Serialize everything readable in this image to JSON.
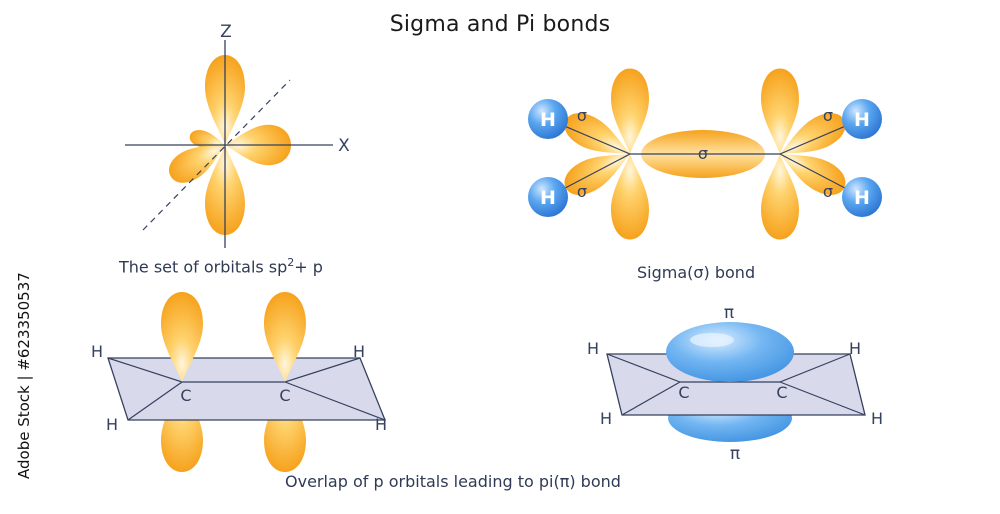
{
  "title": "Sigma and Pi bonds",
  "panels": {
    "sp2_p": {
      "axis_z": "Z",
      "axis_x": "X",
      "caption_main": "The set of orbitals sp",
      "caption_sup": "2",
      "caption_tail": "+ p"
    },
    "sigma": {
      "hydrogen": "H",
      "sigma_symbol": "σ",
      "caption": "Sigma(σ) bond"
    },
    "p_orbitals": {
      "hydrogen": "H",
      "carbon": "C"
    },
    "pi": {
      "hydrogen": "H",
      "carbon": "C",
      "pi_symbol": "π"
    },
    "bottom_caption": "Overlap of p orbitals leading to pi(π) bond"
  },
  "watermark": "Adobe Stock | #623350537",
  "colors": {
    "orbital": "#f7a928",
    "orbital_light": "#fde4a6",
    "hydrogen": "#3b8ee6",
    "pi_cloud": "#4fa3e8",
    "plane": "#d9d9ec",
    "line": "#35415e"
  }
}
